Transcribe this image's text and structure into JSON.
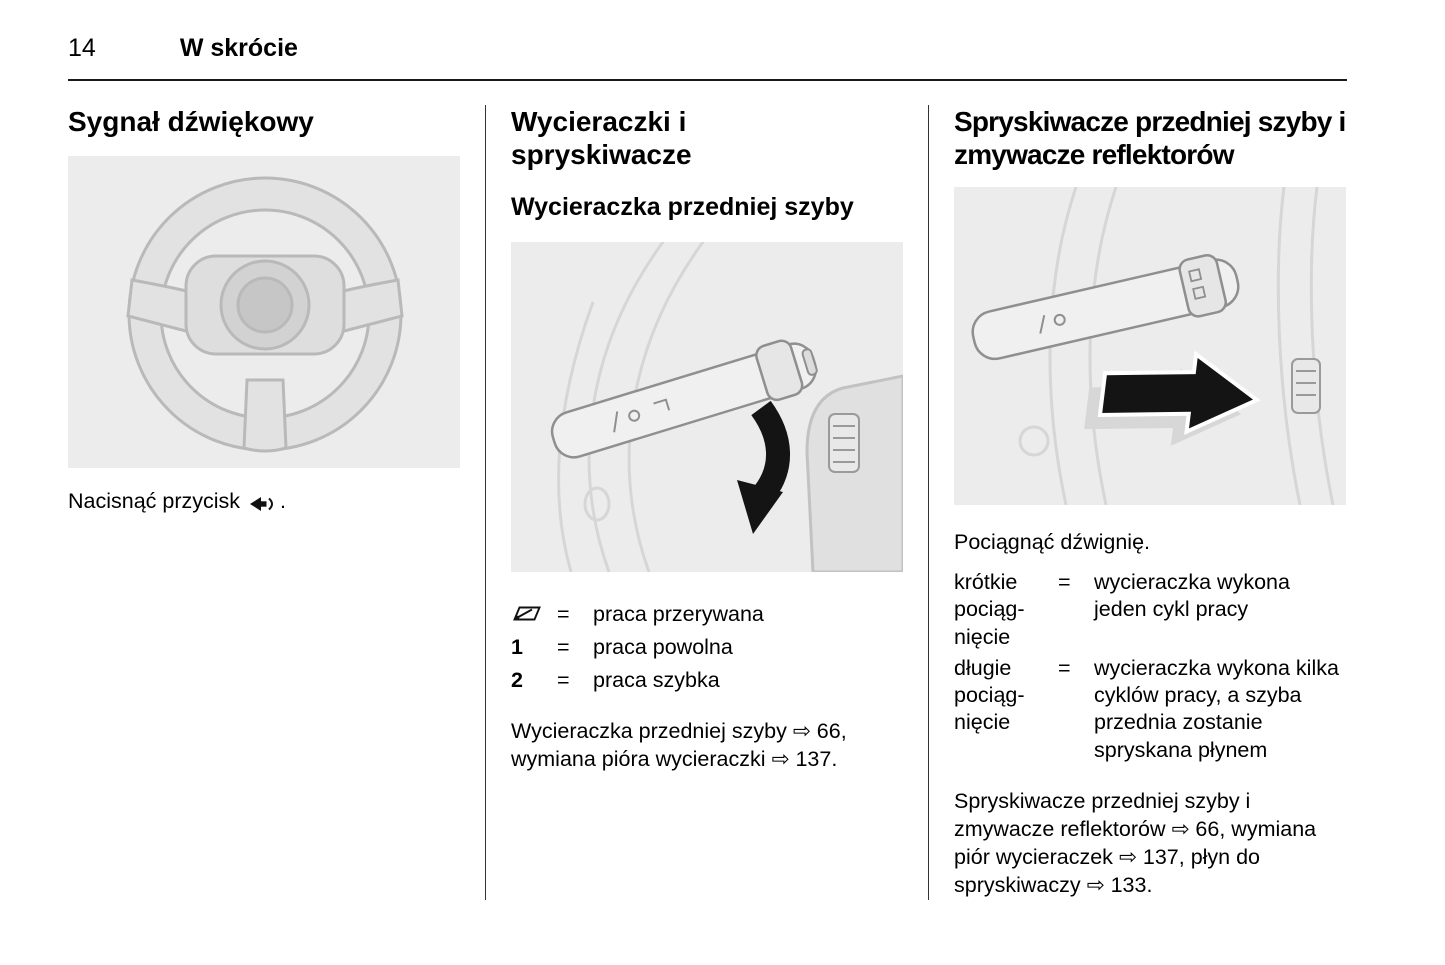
{
  "page": {
    "number": "14",
    "section": "W skrócie"
  },
  "horn_section": {
    "heading": "Sygnał dźwiękowy",
    "caption_prefix": "Nacisnąć przycisk",
    "caption_suffix": "."
  },
  "wiper_section": {
    "heading": "Wycieraczki i\nspryskiwacze",
    "subheading": "Wycieraczka przedniej szyby",
    "legend": [
      {
        "symbol": "wiper-interval-icon",
        "eq": "=",
        "label": "praca przerywana"
      },
      {
        "symbol": "1",
        "eq": "=",
        "label": "praca powolna"
      },
      {
        "symbol": "2",
        "eq": "=",
        "label": "praca szybka"
      }
    ],
    "paragraph": "Wycieraczka przedniej szyby ⇨ 66, wymiana pióra wycieraczki ⇨ 137."
  },
  "washer_section": {
    "heading": "Spryskiwacze przedniej szyby i\nzmywacze reflektorów",
    "lead": "Pociągnąć dźwignię.",
    "rows": [
      {
        "term": "krótkie\npociąg-\nnięcie",
        "eq": "=",
        "desc": "wycieraczka wykona jeden cykl pracy"
      },
      {
        "term": "długie\npociąg-\nnięcie",
        "eq": "=",
        "desc": "wycieraczka wykona kilka cyklów pracy, a szyba przednia zostanie spryskana płynem"
      }
    ],
    "paragraph": "Spryskiwacze przedniej szyby i zmywacze reflektorów ⇨ 66, wymiana piór wycieraczek ⇨ 137, płyn do spryskiwaczy ⇨ 133."
  }
}
